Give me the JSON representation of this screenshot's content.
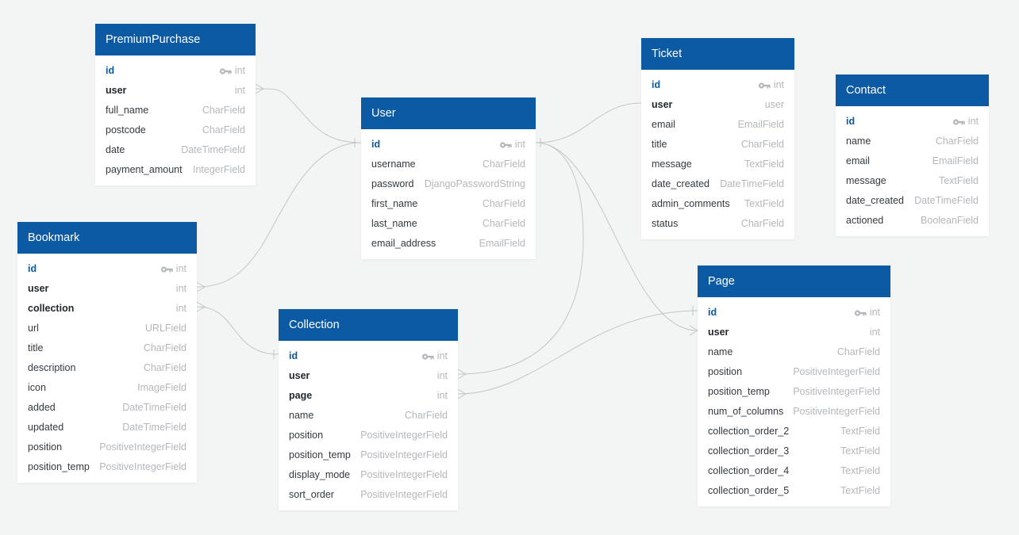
{
  "tables": [
    {
      "id": "premiumpurchase",
      "name": "PremiumPurchase",
      "fields": [
        {
          "name": "id",
          "type": "int",
          "role": "pk"
        },
        {
          "name": "user",
          "type": "int",
          "role": "fk"
        },
        {
          "name": "full_name",
          "type": "CharField",
          "role": ""
        },
        {
          "name": "postcode",
          "type": "CharField",
          "role": ""
        },
        {
          "name": "date",
          "type": "DateTimeField",
          "role": ""
        },
        {
          "name": "payment_amount",
          "type": "IntegerField",
          "role": ""
        }
      ]
    },
    {
      "id": "user",
      "name": "User",
      "fields": [
        {
          "name": "id",
          "type": "int",
          "role": "pk"
        },
        {
          "name": "username",
          "type": "CharField",
          "role": ""
        },
        {
          "name": "password",
          "type": "DjangoPasswordString",
          "role": ""
        },
        {
          "name": "first_name",
          "type": "CharField",
          "role": ""
        },
        {
          "name": "last_name",
          "type": "CharField",
          "role": ""
        },
        {
          "name": "email_address",
          "type": "EmailField",
          "role": ""
        }
      ]
    },
    {
      "id": "ticket",
      "name": "Ticket",
      "fields": [
        {
          "name": "id",
          "type": "int",
          "role": "pk"
        },
        {
          "name": "user",
          "type": "user",
          "role": "fk"
        },
        {
          "name": "email",
          "type": "EmailField",
          "role": ""
        },
        {
          "name": "title",
          "type": "CharField",
          "role": ""
        },
        {
          "name": "message",
          "type": "TextField",
          "role": ""
        },
        {
          "name": "date_created",
          "type": "DateTimeField",
          "role": ""
        },
        {
          "name": "admin_comments",
          "type": "TextField",
          "role": ""
        },
        {
          "name": "status",
          "type": "CharField",
          "role": ""
        }
      ]
    },
    {
      "id": "contact",
      "name": "Contact",
      "fields": [
        {
          "name": "id",
          "type": "int",
          "role": "pk"
        },
        {
          "name": "name",
          "type": "CharField",
          "role": ""
        },
        {
          "name": "email",
          "type": "EmailField",
          "role": ""
        },
        {
          "name": "message",
          "type": "TextField",
          "role": ""
        },
        {
          "name": "date_created",
          "type": "DateTimeField",
          "role": ""
        },
        {
          "name": "actioned",
          "type": "BooleanField",
          "role": ""
        }
      ]
    },
    {
      "id": "bookmark",
      "name": "Bookmark",
      "fields": [
        {
          "name": "id",
          "type": "int",
          "role": "pk"
        },
        {
          "name": "user",
          "type": "int",
          "role": "fk"
        },
        {
          "name": "collection",
          "type": "int",
          "role": "fk"
        },
        {
          "name": "url",
          "type": "URLField",
          "role": ""
        },
        {
          "name": "title",
          "type": "CharField",
          "role": ""
        },
        {
          "name": "description",
          "type": "CharField",
          "role": ""
        },
        {
          "name": "icon",
          "type": "ImageField",
          "role": ""
        },
        {
          "name": "added",
          "type": "DateTimeField",
          "role": ""
        },
        {
          "name": "updated",
          "type": "DateTimeField",
          "role": ""
        },
        {
          "name": "position",
          "type": "PositiveIntegerField",
          "role": ""
        },
        {
          "name": "position_temp",
          "type": "PositiveIntegerField",
          "role": ""
        }
      ]
    },
    {
      "id": "collection",
      "name": "Collection",
      "fields": [
        {
          "name": "id",
          "type": "int",
          "role": "pk"
        },
        {
          "name": "user",
          "type": "int",
          "role": "fk"
        },
        {
          "name": "page",
          "type": "int",
          "role": "fk"
        },
        {
          "name": "name",
          "type": "CharField",
          "role": ""
        },
        {
          "name": "position",
          "type": "PositiveIntegerField",
          "role": ""
        },
        {
          "name": "position_temp",
          "type": "PositiveIntegerField",
          "role": ""
        },
        {
          "name": "display_mode",
          "type": "PositiveIntegerField",
          "role": ""
        },
        {
          "name": "sort_order",
          "type": "PositiveIntegerField",
          "role": ""
        }
      ]
    },
    {
      "id": "page",
      "name": "Page",
      "fields": [
        {
          "name": "id",
          "type": "int",
          "role": "pk"
        },
        {
          "name": "user",
          "type": "int",
          "role": "fk"
        },
        {
          "name": "name",
          "type": "CharField",
          "role": ""
        },
        {
          "name": "position",
          "type": "PositiveIntegerField",
          "role": ""
        },
        {
          "name": "position_temp",
          "type": "PositiveIntegerField",
          "role": ""
        },
        {
          "name": "num_of_columns",
          "type": "PositiveIntegerField",
          "role": ""
        },
        {
          "name": "collection_order_2",
          "type": "TextField",
          "role": ""
        },
        {
          "name": "collection_order_3",
          "type": "TextField",
          "role": ""
        },
        {
          "name": "collection_order_4",
          "type": "TextField",
          "role": ""
        },
        {
          "name": "collection_order_5",
          "type": "TextField",
          "role": ""
        }
      ]
    }
  ],
  "relations": [
    {
      "from": "premiumpurchase.user",
      "to": "user.id"
    },
    {
      "from": "bookmark.user",
      "to": "user.id"
    },
    {
      "from": "ticket.user",
      "to": "user.id"
    },
    {
      "from": "bookmark.collection",
      "to": "collection.id"
    },
    {
      "from": "collection.user",
      "to": "user.id"
    },
    {
      "from": "page.user",
      "to": "user.id"
    },
    {
      "from": "collection.page",
      "to": "page.id"
    }
  ],
  "icons": {
    "primary_key": "key-icon"
  },
  "colors": {
    "header": "#0b5aa3",
    "pk_text": "#0b5aa3",
    "background": "#f3f5f4",
    "connector": "#c3c6c9"
  }
}
